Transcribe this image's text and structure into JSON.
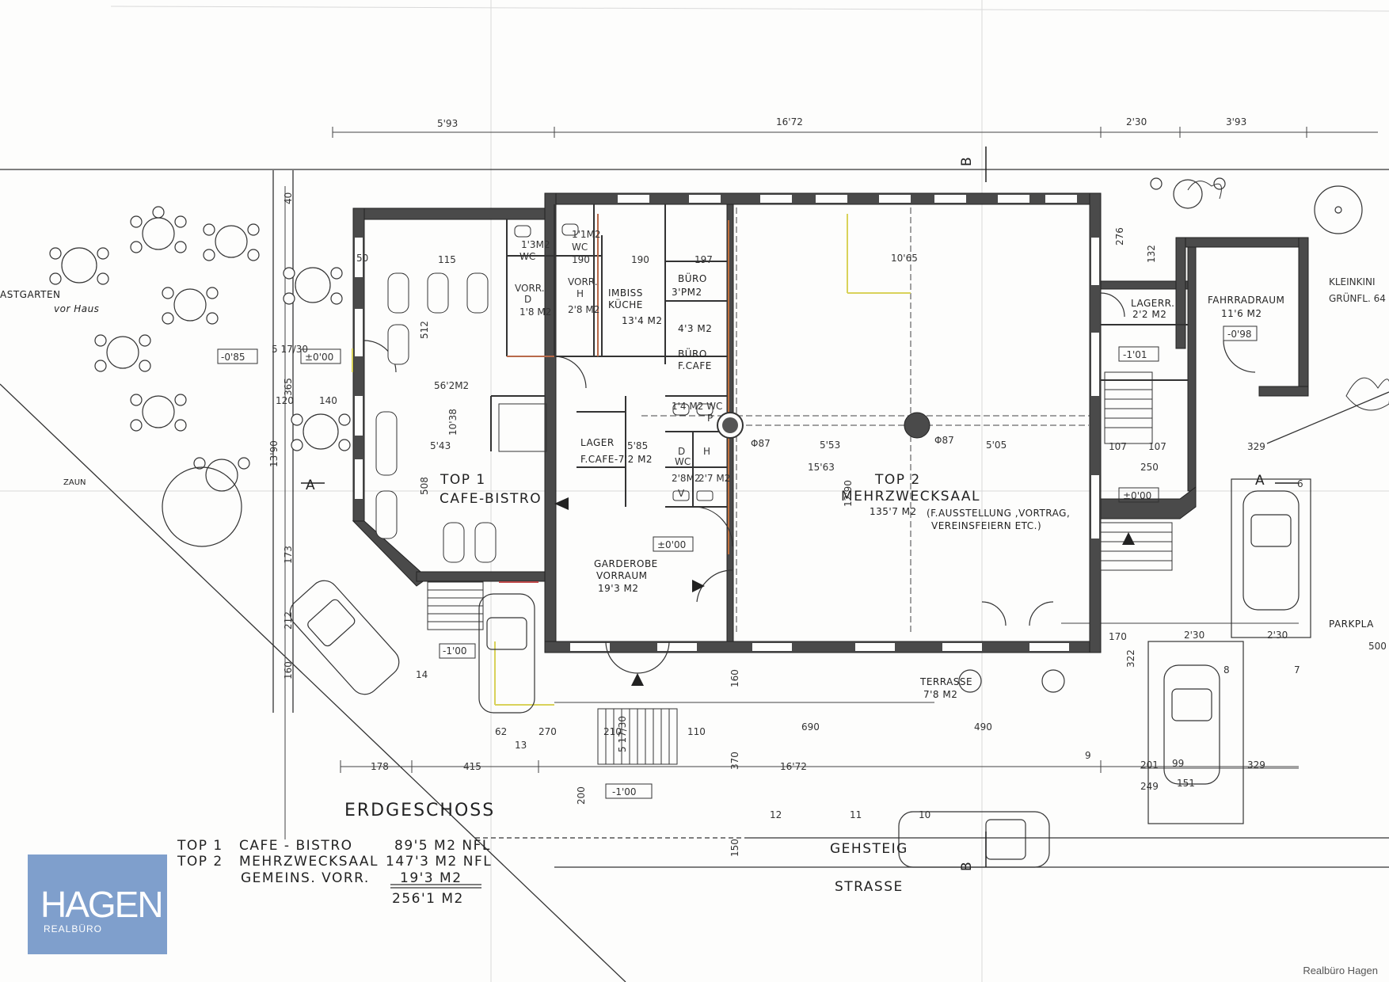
{
  "plan": {
    "title": "ERDGESCHOSS",
    "outdoor": {
      "gastgarten": "ASTGARTEN",
      "gastgarten_note": "vor Haus",
      "zaun": "ZAUN",
      "gehsteig": "GEHSTEIG",
      "strasse": "STRASSE",
      "parkplatz": "PARKPLA",
      "parkplatz_dim": "500",
      "kleinkind": "KLEINKINI",
      "gruenfl": "GRÜNFL. 64"
    },
    "rooms": {
      "top1_label": "TOP 1",
      "top1_name": "CAFE-BISTRO",
      "top1_area": "56'2M2",
      "top2_label": "TOP 2",
      "top2_name": "MEHRZWECKSAAL",
      "top2_area": "135'7 M2",
      "top2_note1": "(F.AUSSTELLUNG ,VORTRAG,",
      "top2_note2": "VEREINSFEIERN ETC.)",
      "imbiss1": "IMBISS",
      "imbiss2": "KÜCHE",
      "imbiss_area": "13'4 M2",
      "buero1_name": "BÜRO",
      "buero1_area": "3'PM2",
      "buero2_name": "BÜRO",
      "buero2_sub": "F.CAFE",
      "buero2_area": "4'3 M2",
      "lager_name": "LAGER",
      "lager_sub": "F.CAFE-7'2 M2",
      "garderobe1": "GARDEROBE",
      "garderobe2": "VORRAUM",
      "garderobe_area": "19'3 M2",
      "fahrrad_name": "FAHRRADRAUM",
      "fahrrad_area": "11'6 M2",
      "lagerr_name": "LAGERR.",
      "lagerr_area": "2'2 M2",
      "terrasse_name": "TERRASSE",
      "terrasse_area": "7'8 M2",
      "wc1": "1'3M2",
      "wc1_label": "WC",
      "wc2": "1'1M2",
      "wc2_label": "WC",
      "vorr1": "VORR.",
      "vorr1_d": "D",
      "vorr1_area": "1'8 M2",
      "vorr2": "VORR.",
      "vorr2_h": "H",
      "vorr2_area": "2'8 M2",
      "wc_small": "1'4 M2 WC",
      "wc_d": "D",
      "wc_h": "H",
      "wc_wc": "WC",
      "wc_p": "P",
      "vd_area": "2'8M2",
      "vh_area": "2'7 M2",
      "v_label": "V"
    },
    "levels": {
      "l1": "-0'85",
      "l2": "±0'00",
      "l3": "-1'00",
      "l4": "±0'00",
      "l5": "-1'00",
      "l6": "±0'00",
      "l7": "-1'01",
      "l8": "-0'98",
      "stair1": "5 17/30",
      "stair2": "5 17/30"
    },
    "dims": {
      "top_593": "5'93",
      "top_1672": "16'72",
      "top_230": "2'30",
      "top_393": "3'93",
      "bot_178": "178",
      "bot_415": "415",
      "bot_1672": "16'72",
      "bot_690": "690",
      "bot_490": "490",
      "bot_201": "201",
      "bot_329": "329",
      "bot_249": "249",
      "d_1065": "10'65",
      "d_1563": "15'63",
      "d_553": "5'53",
      "d_505": "5'05",
      "d_543": "5'43",
      "d_585": "5'85",
      "d_1290": "12'90",
      "d_1390": "13'90",
      "d_512": "512",
      "d_508": "508",
      "d_1038": "10'38",
      "d_115": "115",
      "d_190a": "190",
      "d_190b": "190",
      "d_197": "197",
      "d_276": "276",
      "d_132": "132",
      "d_173": "173",
      "d_212": "212",
      "d_160a": "160",
      "d_160b": "160",
      "d_370": "370",
      "d_200": "200",
      "d_150": "150",
      "d_322": "322",
      "d_170": "170",
      "d_62": "62",
      "d_270": "270",
      "d_210": "210",
      "d_110": "110",
      "d_107a": "107",
      "d_107b": "107",
      "d_250": "250",
      "d_329r": "329",
      "d_230a": "2'30",
      "d_230b": "2'30",
      "d_50": "50",
      "d_phi1": "Φ87",
      "d_phi2": "Φ87",
      "d_140": "140",
      "d_120": "120",
      "d_365": "365",
      "d_40": "40",
      "n_12": "12",
      "n_11": "11",
      "n_10": "10",
      "n_9": "9",
      "n_14": "14",
      "n_13": "13",
      "n_8": "8",
      "n_7": "7",
      "n_6": "6",
      "n_99": "99",
      "n_151": "151"
    },
    "sections": {
      "a_left": "A",
      "a_right": "A",
      "b_top": "B",
      "b_bottom": "B"
    }
  },
  "areas": {
    "rows": [
      {
        "code": "TOP 1",
        "name": "CAFE - BISTRO",
        "area": "89'5 M2 NFL"
      },
      {
        "code": "TOP 2",
        "name": "MEHRZWECKSAAL",
        "area": "147'3 M2 NFL"
      },
      {
        "code": "",
        "name": "GEMEINS. VORR.",
        "area": "19'3 M2"
      }
    ],
    "total": "256'1 M2"
  },
  "logo": {
    "name": "HAGEN",
    "sub": "REALBÜRO"
  },
  "credit": "Realbüro Hagen"
}
